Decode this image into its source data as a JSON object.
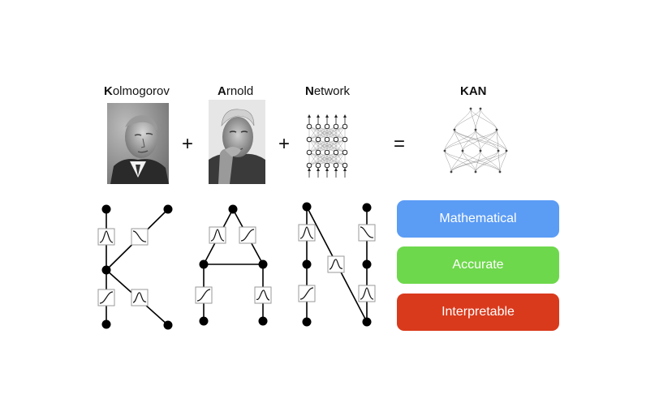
{
  "headers": {
    "kolmogorov": {
      "initial": "K",
      "rest": "olmogorov"
    },
    "arnold": {
      "initial": "A",
      "rest": "rnold"
    },
    "network": {
      "initial": "N",
      "rest": "etwork"
    },
    "kan": "KAN"
  },
  "operators": {
    "plus1": "+",
    "plus2": "+",
    "equals": "="
  },
  "pills": {
    "mathematical": {
      "label": "Mathematical",
      "color": "#5B9CF5"
    },
    "accurate": {
      "label": "Accurate",
      "color": "#6ED84C"
    },
    "interpretable": {
      "label": "Interpretable",
      "color": "#D93A1C"
    }
  }
}
